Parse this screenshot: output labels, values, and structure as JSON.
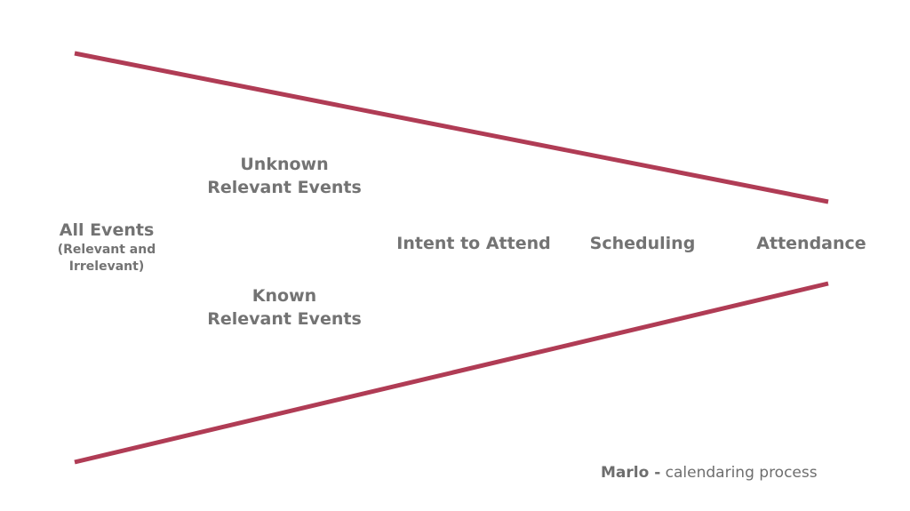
{
  "colors": {
    "line": "#b03c55",
    "text": "#737373"
  },
  "labels": {
    "all_events": "All Events",
    "all_events_sub1": "(Relevant and",
    "all_events_sub2": "Irrelevant)",
    "unknown_1": "Unknown",
    "unknown_2": "Relevant Events",
    "known_1": "Known",
    "known_2": "Relevant Events",
    "intent": "Intent to Attend",
    "scheduling": "Scheduling",
    "attendance": "Attendance"
  },
  "footer": {
    "brand": "Marlo -",
    "text": " calendaring process"
  }
}
